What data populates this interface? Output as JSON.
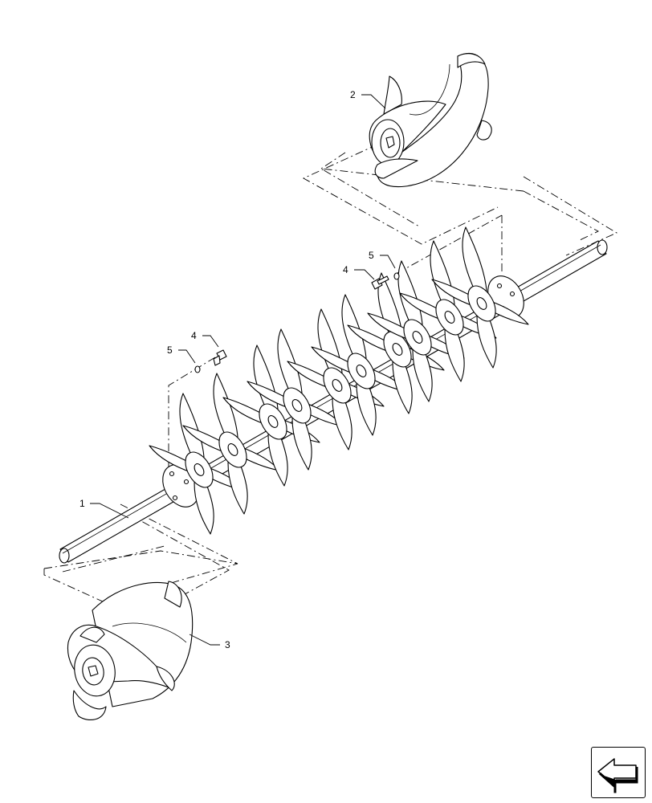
{
  "callouts": {
    "c1": "1",
    "c2": "2",
    "c3": "3",
    "c4a": "4",
    "c4b": "4",
    "c5a": "5",
    "c5b": "5"
  },
  "icons": {
    "nav": "next-page-arrow-icon"
  }
}
